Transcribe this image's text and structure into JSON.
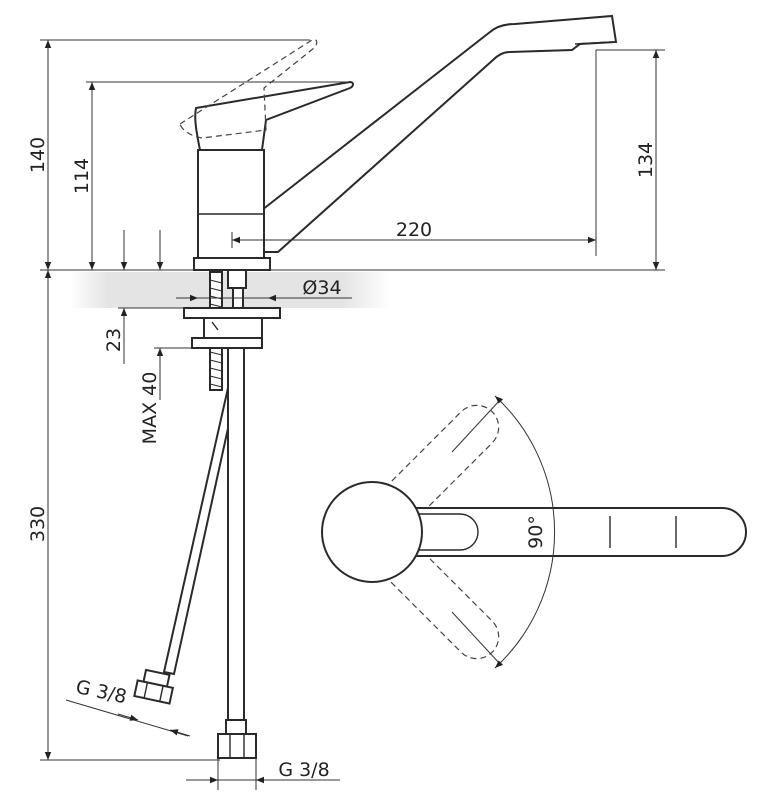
{
  "dimensions": {
    "total_height": "140",
    "lever_height": "114",
    "spout_height": "134",
    "spout_reach": "220",
    "base_diameter": "Ø34",
    "mount_thickness_min": "23",
    "mount_thickness_max": "MAX 40",
    "hose_length": "330",
    "connector_left": "G 3/8",
    "connector_right": "G 3/8",
    "rotation_angle": "90°"
  }
}
